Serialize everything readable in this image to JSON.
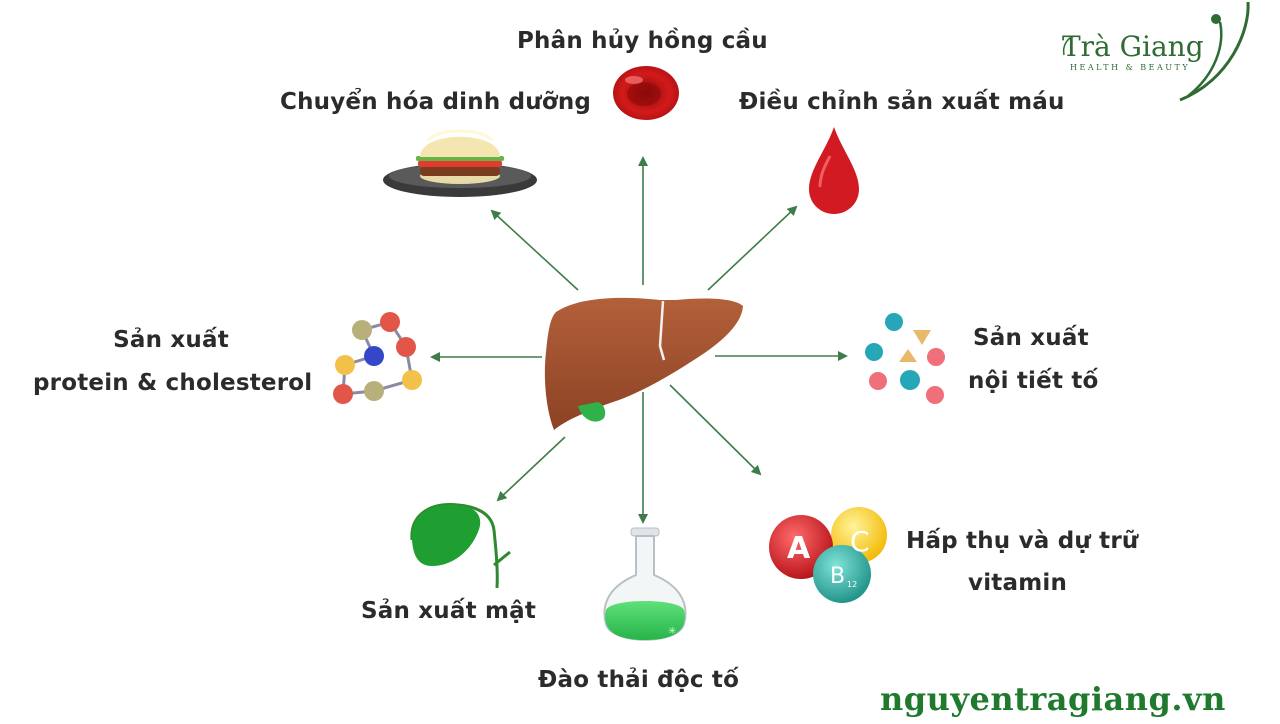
{
  "labels": {
    "top": "Phân hủy hồng cầu",
    "top_left": "Chuyển hóa dinh dưỡng",
    "top_right": "Điều chỉnh sản xuất máu",
    "left_line1": "Sản xuất",
    "left_line2": "protein & cholesterol",
    "right_line1": "Sản xuất",
    "right_line2": "nội tiết tố",
    "bottom_right_line1": "Hấp thụ và dự trữ",
    "bottom_right_line2": "vitamin",
    "bottom": "Đào thải độc tố",
    "bottom_left": "Sản xuất mật"
  },
  "vitamin_letters": {
    "a": "A",
    "b": "B",
    "b_sub": "12",
    "c": "C"
  },
  "brand": {
    "logo_text": "Trà Giang",
    "logo_subtitle": "HEALTH & BEAUTY",
    "website": "nguyentragiang.vn"
  },
  "colors": {
    "arrow": "#3e7d4a",
    "liver": "#a0502f",
    "gallbladder": "#2fb24a",
    "blood": "#d21a22",
    "brand_green": "#2f6b33",
    "website_green": "#1f7a2e"
  }
}
